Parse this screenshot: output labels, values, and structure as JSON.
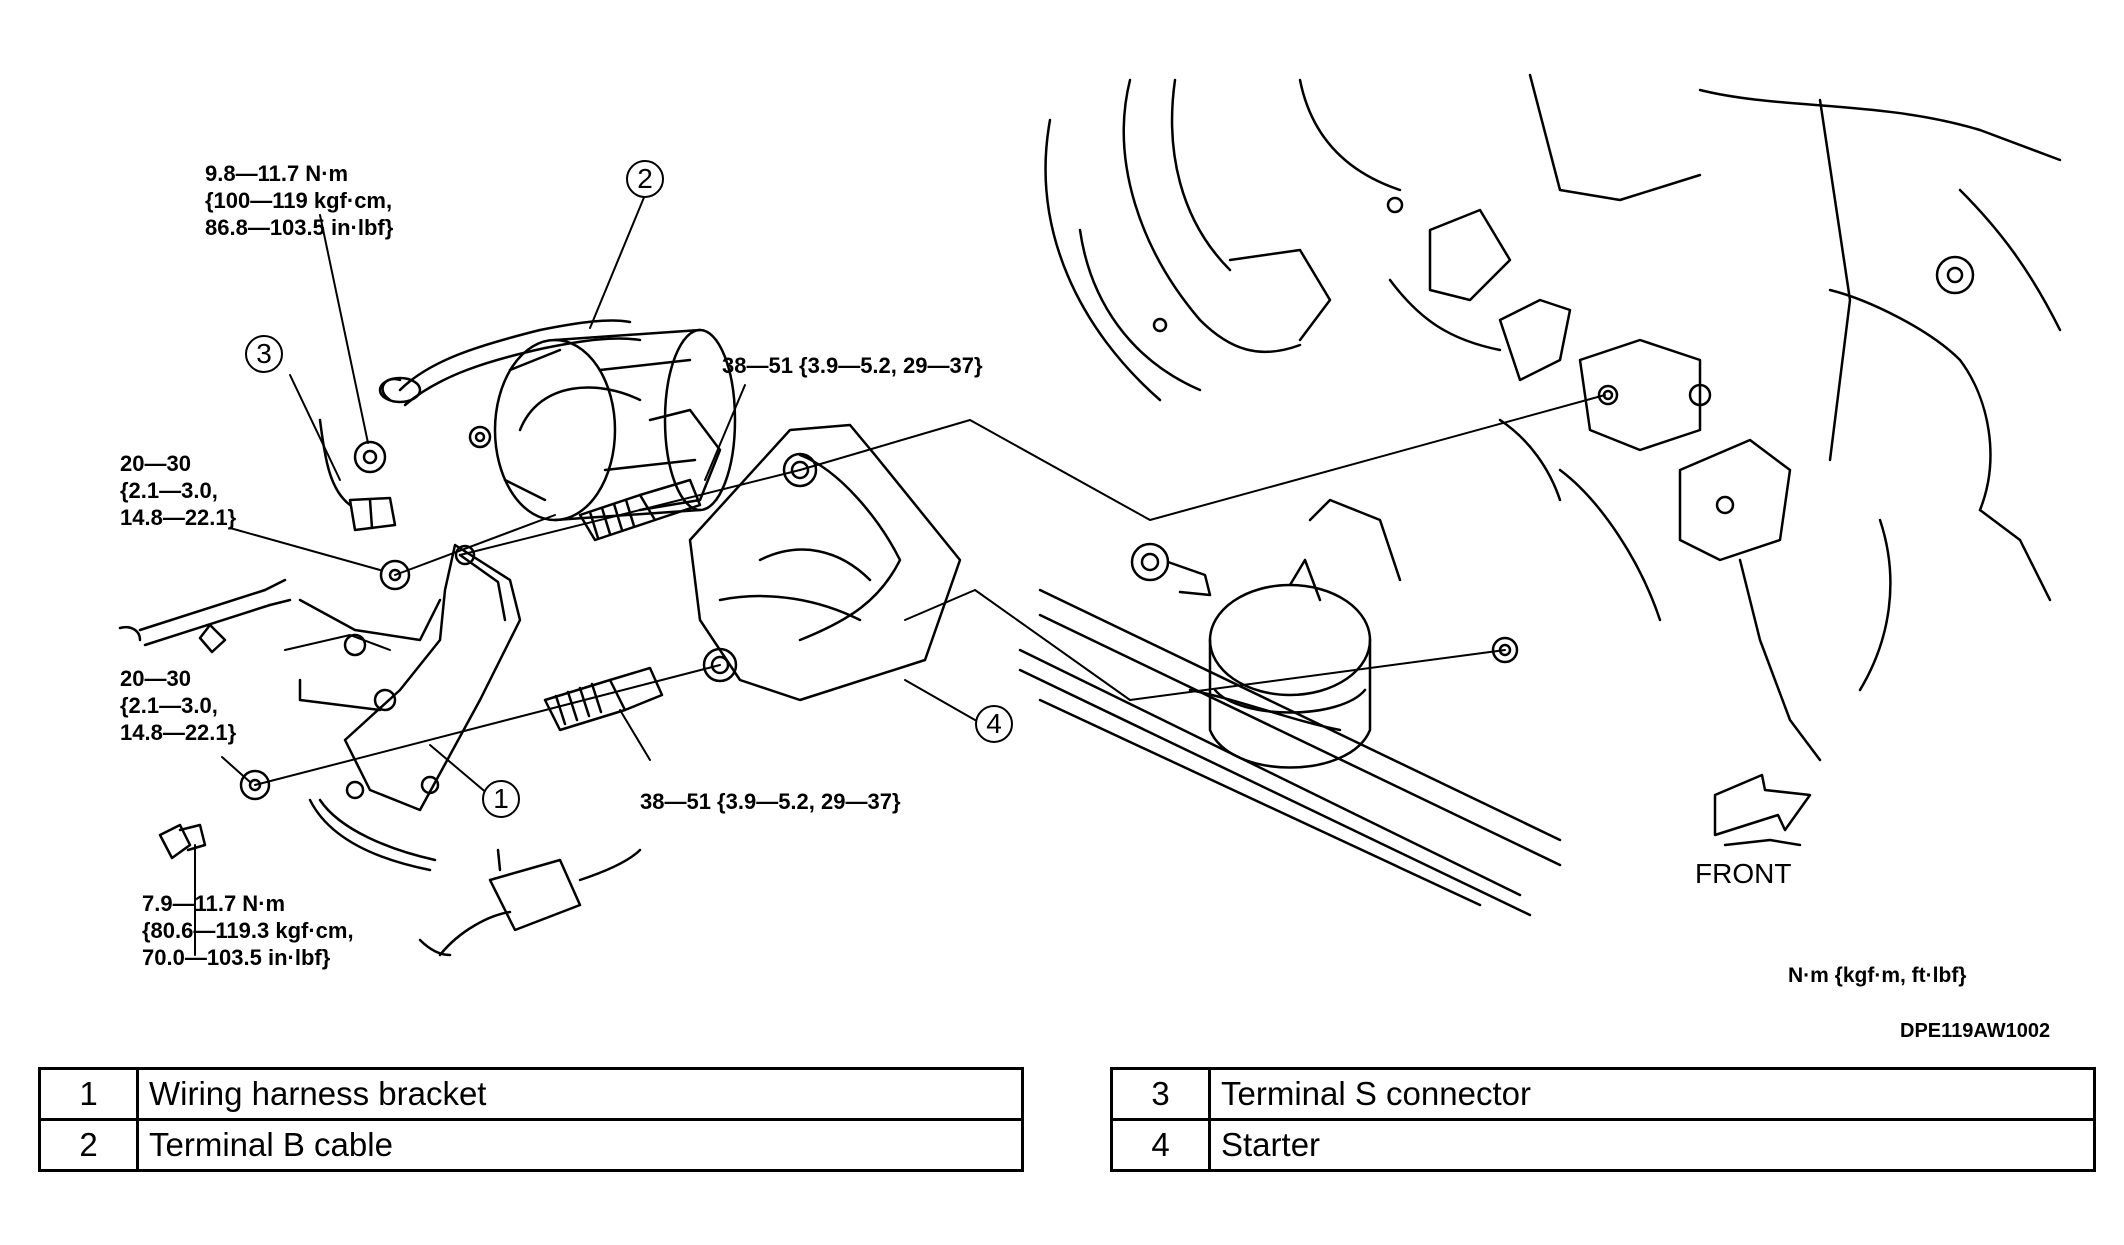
{
  "torque_specs": {
    "upper_left": [
      "9.8—11.7 N·m",
      "{100—119 kgf·cm,",
      "86.8—103.5 in·lbf}"
    ],
    "mid_left_a": [
      "20—30",
      "{2.1—3.0,",
      "14.8—22.1}"
    ],
    "mid_left_b": [
      "20—30",
      "{2.1—3.0,",
      "14.8—22.1}"
    ],
    "bottom_left": [
      "7.9—11.7 N·m",
      "{80.6—119.3 kgf·cm,",
      "70.0—103.5 in·lbf}"
    ],
    "upper_bolt": "38—51 {3.9—5.2, 29—37}",
    "lower_bolt": "38—51 {3.9—5.2, 29—37}"
  },
  "callouts": [
    "1",
    "2",
    "3",
    "4"
  ],
  "front_label": "FRONT",
  "unit_note": "N·m {kgf·m, ft·lbf}",
  "figure_code": "DPE119AW1002",
  "legend": [
    {
      "num": "1",
      "text": "Wiring harness bracket"
    },
    {
      "num": "2",
      "text": "Terminal B cable"
    },
    {
      "num": "3",
      "text": "Terminal S connector"
    },
    {
      "num": "4",
      "text": "Starter"
    }
  ]
}
